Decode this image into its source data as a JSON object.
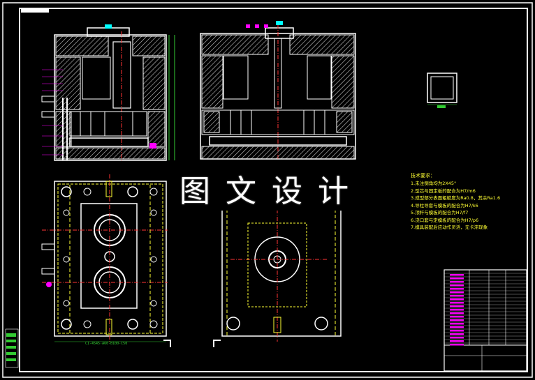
{
  "banner_text": "图文设计",
  "tech_notes": {
    "heading": "技术要求：",
    "items": [
      "1.未注倒角均为2X45°",
      "2.型芯与固定板的配合为H7/m6",
      "3.成型部分表面粗糙度为Ra0.8，其余Ra1.6",
      "4.导柱导套与模板的配合为H7/k6",
      "5.顶杆与模板的配合为H7/f7",
      "6.浇口套与定模板的配合为H7/p6",
      "7.模具装配后应动作灵活，无卡滞现象"
    ]
  },
  "bottom_dimension": "CI-4545-A60-B100-C50",
  "colors": {
    "background": "#000000",
    "outline": "#ffffff",
    "accent": "#ff00ff",
    "center": "#ff3333",
    "hidden": "#ffff33",
    "cyan": "#00ffff",
    "green": "#33cc33"
  }
}
